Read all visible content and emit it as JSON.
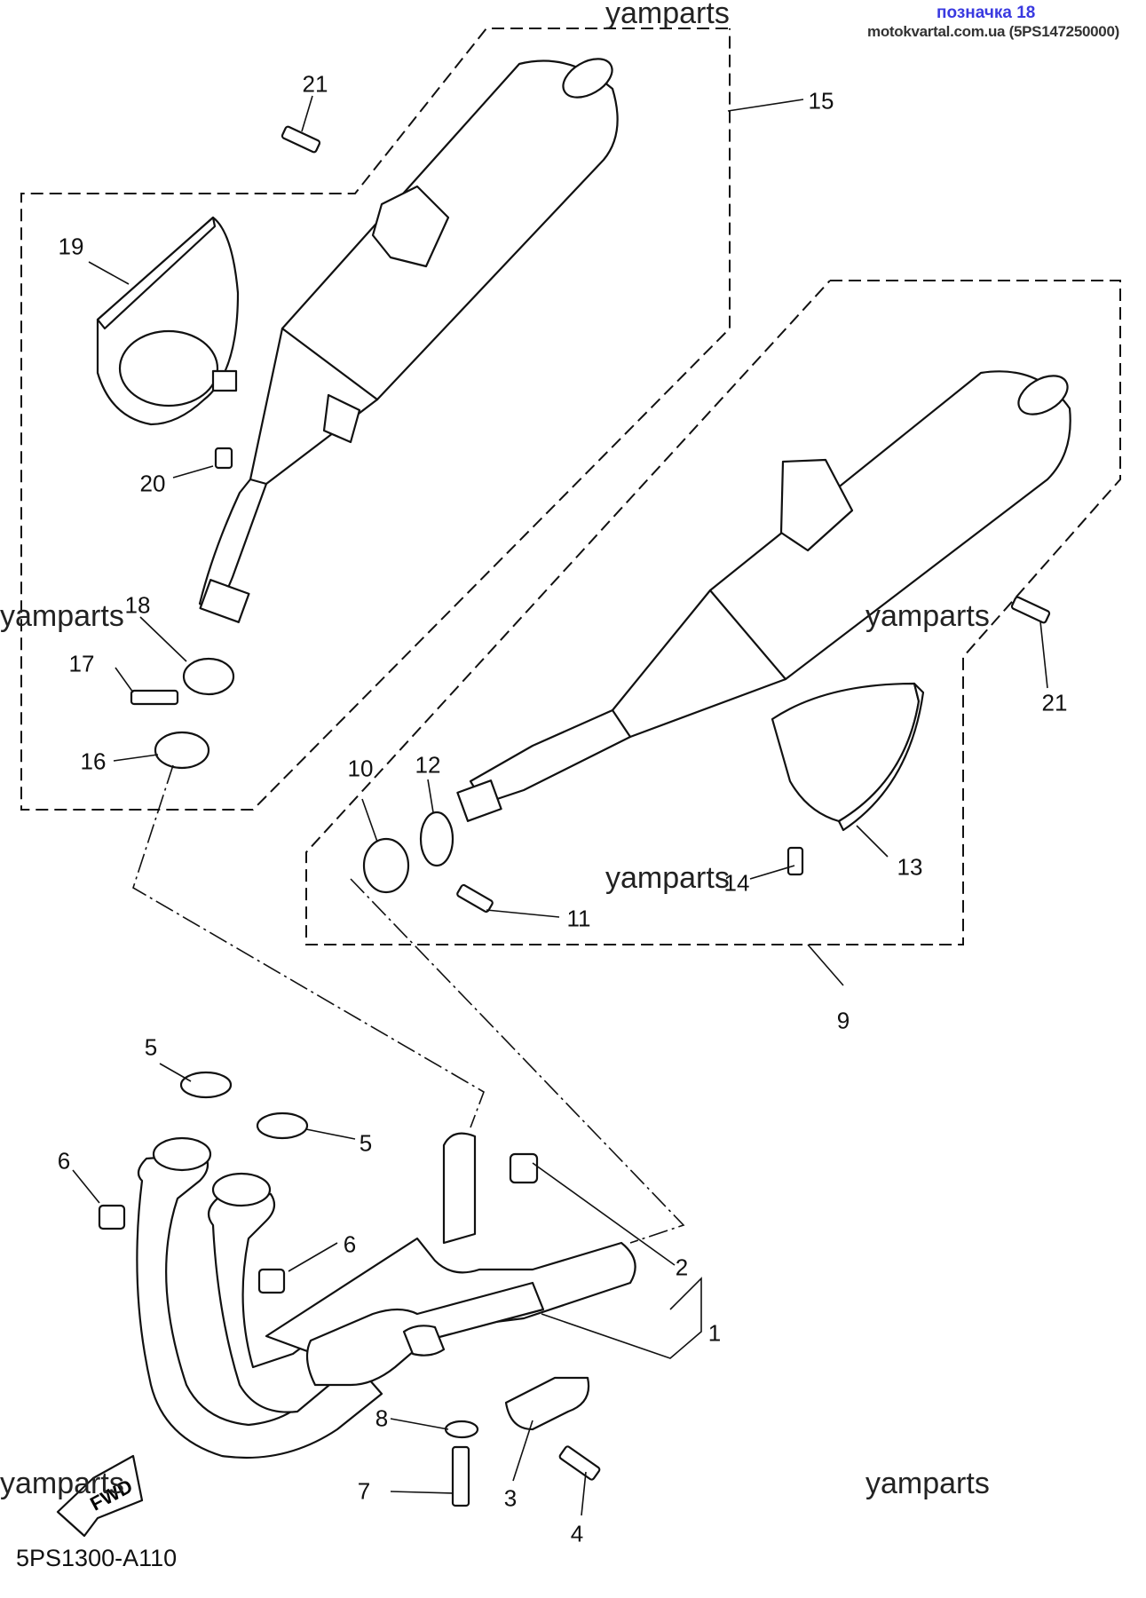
{
  "header": {
    "label": "позначка 18",
    "source": "motokvartal.com.ua (5PS147250000)"
  },
  "watermark": "yamparts",
  "diagram_code": "5PS1300-A110",
  "fwd_label": "FWD",
  "callouts": [
    "1",
    "2",
    "3",
    "4",
    "5",
    "5",
    "6",
    "6",
    "7",
    "8",
    "9",
    "10",
    "11",
    "12",
    "13",
    "14",
    "15",
    "16",
    "17",
    "18",
    "19",
    "20",
    "21",
    "21"
  ]
}
